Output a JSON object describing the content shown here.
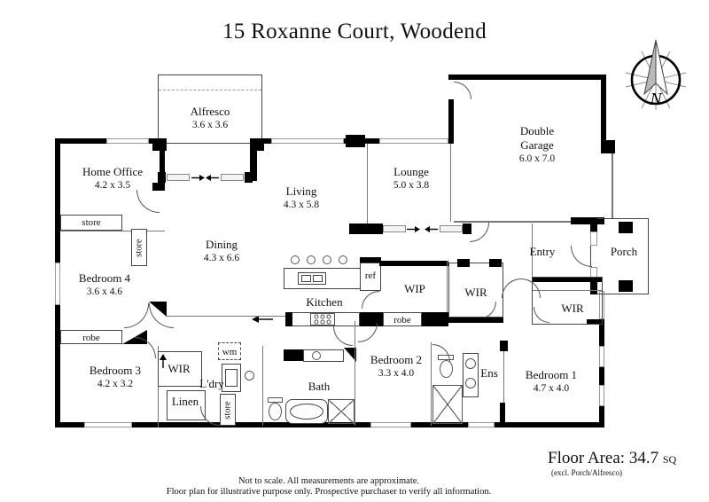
{
  "title": "15 Roxanne Court, Woodend",
  "compass": {
    "label": "N"
  },
  "rooms": {
    "alfresco": {
      "name": "Alfresco",
      "dims": "3.6 x 3.6"
    },
    "home_office": {
      "name": "Home Office",
      "dims": "4.2 x 3.5"
    },
    "living": {
      "name": "Living",
      "dims": "4.3 x 5.8"
    },
    "lounge": {
      "name": "Lounge",
      "dims": "5.0 x 3.8"
    },
    "garage": {
      "name": "Double Garage",
      "dims": "6.0 x 7.0"
    },
    "dining": {
      "name": "Dining",
      "dims": "4.3 x 6.6"
    },
    "entry": {
      "name": "Entry"
    },
    "porch": {
      "name": "Porch"
    },
    "bedroom4": {
      "name": "Bedroom 4",
      "dims": "3.6 x 4.6"
    },
    "kitchen": {
      "name": "Kitchen"
    },
    "wip": {
      "name": "WIP"
    },
    "wir_hall": {
      "name": "WIR"
    },
    "wir_bed1": {
      "name": "WIR"
    },
    "bedroom3": {
      "name": "Bedroom 3",
      "dims": "4.2 x 3.2"
    },
    "wir_bed3": {
      "name": "WIR"
    },
    "laundry": {
      "name": "L'dry"
    },
    "linen": {
      "name": "Linen"
    },
    "bath": {
      "name": "Bath"
    },
    "bedroom2": {
      "name": "Bedroom 2",
      "dims": "3.3 x 4.0"
    },
    "ensuite": {
      "name": "Ens"
    },
    "bedroom1": {
      "name": "Bedroom 1",
      "dims": "4.7 x 4.0"
    }
  },
  "fixtures": {
    "store_office": "store",
    "store_office_v": "store",
    "fridge": "ref",
    "robe_hall": "robe",
    "robe_bed4": "robe",
    "washing_machine": "wm",
    "store_laundry": "store"
  },
  "footer": {
    "floor_area": "Floor Area: 34.7",
    "floor_area_unit": "SQ",
    "floor_area_note": "(excl. Porch/Alfresco)",
    "disclaimer1": "Not to scale. All measurements are approximate.",
    "disclaimer2": "Floor plan for illustrative purpose only. Prospective purchaser to verify all information."
  }
}
